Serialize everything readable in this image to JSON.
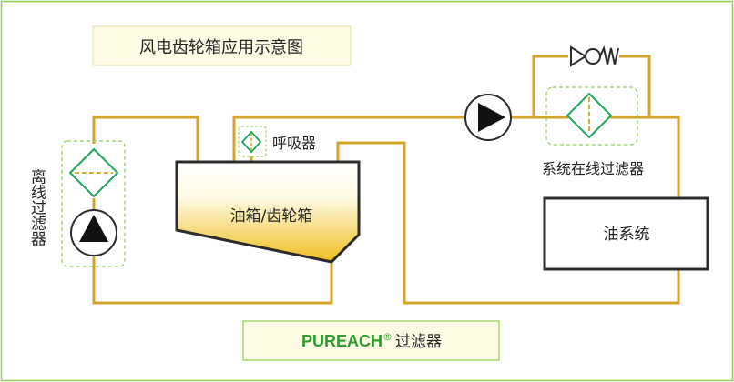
{
  "title": "风电齿轮箱应用示意图",
  "labels": {
    "offline_filter": "离线过滤器",
    "breather": "呼吸器",
    "tank": "油箱/齿轮箱",
    "inline_filter": "系统在线过滤器",
    "oil_system": "油系统"
  },
  "brand": {
    "name": "PUREACH",
    "registered": "®",
    "suffix": "过滤器"
  },
  "colors": {
    "pipe": "#d4a32a",
    "frame": "#8fce54",
    "filter": "#1ea65a",
    "dashed": "#8fce54",
    "title_bg": "#fdfbe3",
    "brand_green": "#2f9a2f",
    "tank_fill_top": "#ffffff",
    "tank_fill_bottom": "#efbe1e"
  },
  "icons": [
    "filter-icon",
    "pump-icon",
    "check-valve-icon"
  ]
}
